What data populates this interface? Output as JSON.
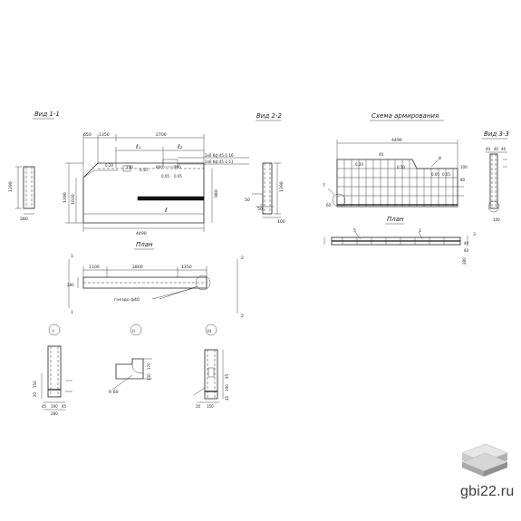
{
  "views": {
    "view_1_1": "Вид 1-1",
    "view_2_2": "Вид 2-2",
    "view_3_3": "Вид 3-3",
    "reinforcement_scheme": "Схема армирования",
    "plan_left": "План",
    "plan_right": "План"
  },
  "dimensions": {
    "side_height": "1390",
    "side_width": "280",
    "elev_top_1": "650",
    "elev_top_2": "1350",
    "elev_top_3": "2700",
    "elev_left_h": "1390",
    "elev_left_h2": "1030",
    "elev_bottom": "4490",
    "elev_mid_1": "0.20",
    "elev_mid_2": "0.50",
    "elev_mid_3": "0.05",
    "elev_mid_4": "0.05",
    "elev_mid_5": "120",
    "elev_mid_6": "860",
    "elev_mid_7": "290",
    "elev_mid_8": "980",
    "elev_right_v": "660",
    "elev_label_l": "ℓ",
    "elev_label_l1": "ℓ₁",
    "elev_label_l2": "ℓ₂",
    "elev_callout_1": "2x6 бф 45-1-16",
    "elev_callout_2": "2x6 бф 45-1-51",
    "v22_h": "1390",
    "v22_a": "50",
    "v22_b": "50",
    "v22_c": "100",
    "scheme_top": "4490",
    "scheme_d1": "0.20",
    "scheme_d2": "0.50",
    "scheme_d3": "0.05",
    "scheme_d4": "0.05",
    "scheme_d5": "40",
    "scheme_d6": "100",
    "scheme_d7": "80",
    "scheme_d8": "60",
    "scheme_mark_7": "7",
    "scheme_mark_8": "8",
    "v33_a": "40",
    "v33_b": "40",
    "v33_c": "40",
    "v33_d": "100",
    "plan_r_5": "5",
    "plan_r_1": "1",
    "plan_r_3": "3",
    "plan_r_d1": "40",
    "plan_r_d2": "60",
    "plan_r_d3": "280",
    "plan_1100": "1100",
    "plan_2800": "2800",
    "plan_1350": "1350",
    "plan_280": "280",
    "plan_hole": "гнездо ф40",
    "plan_mark_2": "2",
    "plan_mark_1": "1",
    "sec_I": "I",
    "sec_II": "II",
    "sec_III": "III",
    "sec1_d1": "20",
    "sec1_d2": "150",
    "sec1_d3": "45",
    "sec1_d4": "190",
    "sec1_d5": "45",
    "sec1_d6": "280",
    "sec2_r": "R 60",
    "sec2_d1": "170",
    "sec2_d2": "130",
    "sec3_d1": "45",
    "sec3_d2": "190",
    "sec3_d3": "45",
    "sec3_d4": "20",
    "sec3_d5": "150"
  },
  "logo": {
    "text": "gbi22.ru",
    "icon": "stacked-slabs-icon",
    "colors": {
      "top": "#dcdcdc",
      "mid": "#b5b5b5",
      "dark": "#8a8a8a"
    }
  }
}
